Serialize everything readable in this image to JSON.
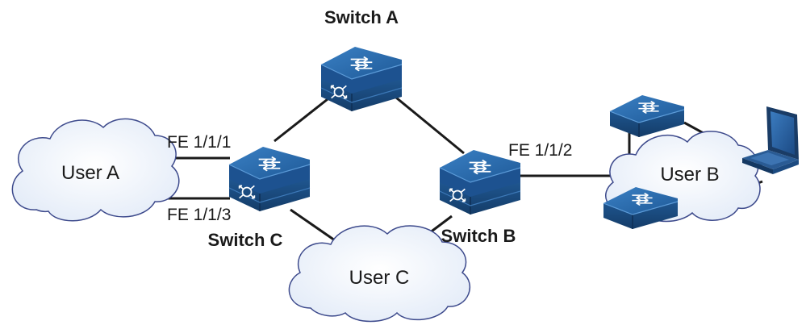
{
  "nodes": {
    "switch_a": {
      "label": "Switch A"
    },
    "switch_b": {
      "label": "Switch B"
    },
    "switch_c": {
      "label": "Switch C"
    }
  },
  "clouds": {
    "user_a": {
      "label": "User A"
    },
    "user_b": {
      "label": "User B"
    },
    "user_c": {
      "label": "User C"
    }
  },
  "ports": {
    "fe_1_1_1": "FE 1/1/1",
    "fe_1_1_2": "FE 1/1/2",
    "fe_1_1_3": "FE 1/1/3"
  },
  "colors": {
    "switch_top": "#2a66a8",
    "switch_side": "#1c4a80",
    "switch_dark": "#163c68",
    "cloud_fill": "#eef3fc",
    "cloud_stroke": "#3d4a8c",
    "link": "#1a1a1a"
  },
  "icons": {
    "switch": "layer3-switch-icon",
    "laptop": "laptop-icon",
    "cloud": "cloud-icon"
  }
}
